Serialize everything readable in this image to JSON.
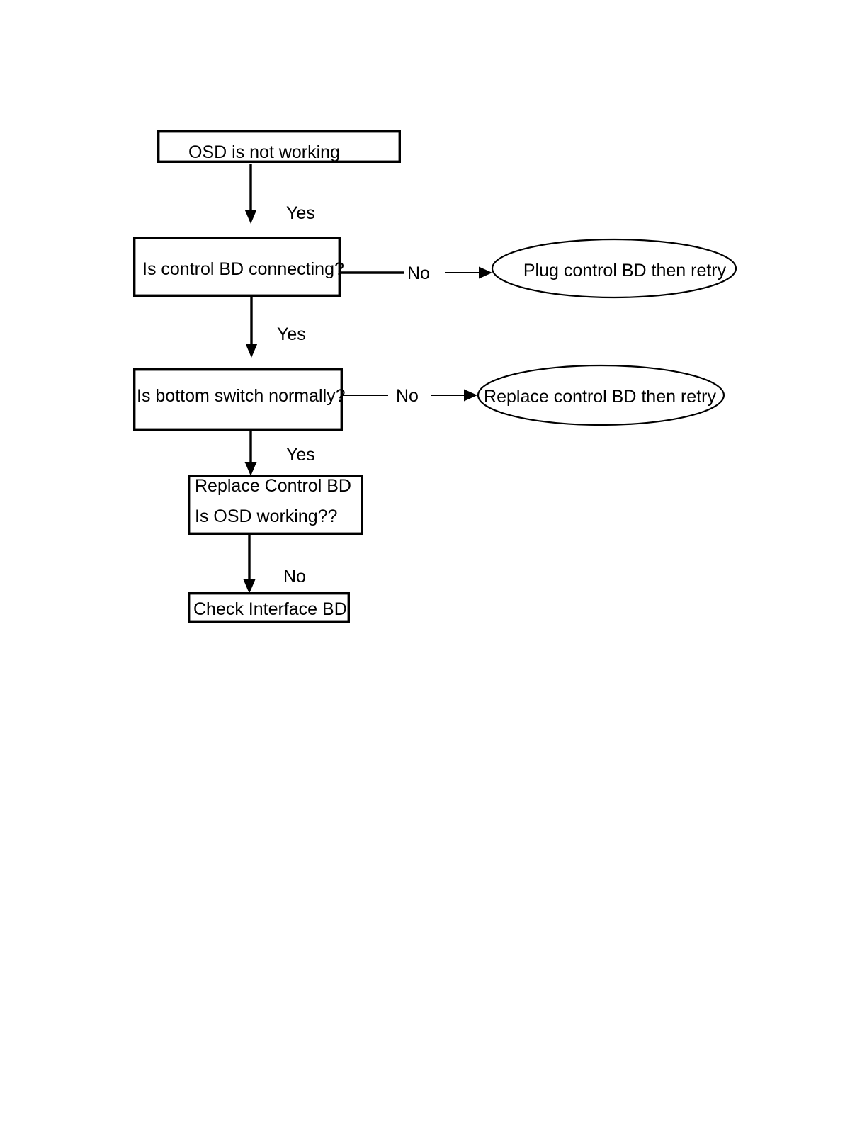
{
  "diagram": {
    "type": "flowchart",
    "title": "OSD troubleshooting flowchart",
    "orientation": "top-to-bottom",
    "colors": {
      "background": "#ffffff",
      "stroke": "#000000",
      "node_fill": "#ffffff",
      "text": "#000000"
    },
    "nodes": [
      {
        "id": "start",
        "shape": "rectangle",
        "label": "OSD is not working",
        "text_align": "center"
      },
      {
        "id": "decision-control-bd",
        "shape": "rectangle",
        "label": "Is control BD connecting?",
        "text_align": "left"
      },
      {
        "id": "plug-control-bd",
        "shape": "ellipse",
        "label": "Plug control BD then retry",
        "text_align": "center"
      },
      {
        "id": "decision-bottom-switch",
        "shape": "rectangle",
        "label": "Is bottom switch normally?",
        "text_align": "left"
      },
      {
        "id": "replace-control-bd-retry",
        "shape": "ellipse",
        "label": "Replace control BD then retry",
        "text_align": "center"
      },
      {
        "id": "replace-control-bd",
        "shape": "rectangle",
        "label_line1": "Replace Control BD",
        "label_line2": "Is OSD working??",
        "text_align": "left"
      },
      {
        "id": "check-interface-bd",
        "shape": "rectangle",
        "label": "Check Interface BD",
        "text_align": "left"
      }
    ],
    "edges": [
      {
        "id": "start-to-control-bd",
        "from": "start",
        "to": "decision-control-bd",
        "label": "Yes",
        "direction": "down"
      },
      {
        "id": "control-bd-to-plug",
        "from": "decision-control-bd",
        "to": "plug-control-bd",
        "label": "No",
        "direction": "right"
      },
      {
        "id": "control-bd-to-bottom-switch",
        "from": "decision-control-bd",
        "to": "decision-bottom-switch",
        "label": "Yes",
        "direction": "down"
      },
      {
        "id": "bottom-switch-to-replace-retry",
        "from": "decision-bottom-switch",
        "to": "replace-control-bd-retry",
        "label": "No",
        "direction": "right"
      },
      {
        "id": "bottom-switch-to-replace",
        "from": "decision-bottom-switch",
        "to": "replace-control-bd",
        "label": "Yes",
        "direction": "down"
      },
      {
        "id": "replace-to-check-interface",
        "from": "replace-control-bd",
        "to": "check-interface-bd",
        "label": "No",
        "direction": "down"
      }
    ]
  }
}
